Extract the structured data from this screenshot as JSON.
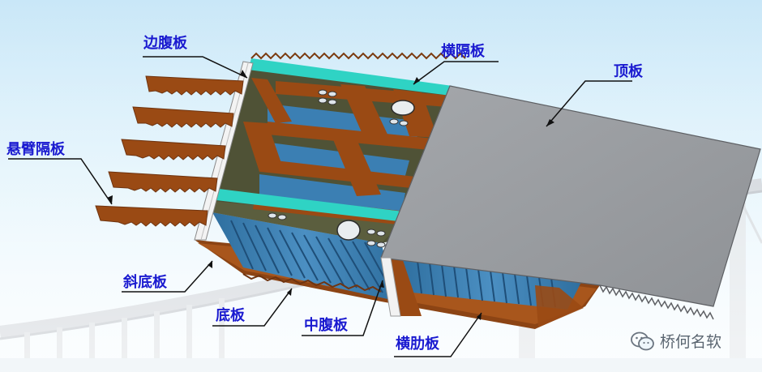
{
  "labels": {
    "side_web": "边腹板",
    "diaphragm": "横隔板",
    "top_plate": "顶板",
    "cantilever_diaphragm": "悬臂隔板",
    "inclined_bottom": "斜底板",
    "bottom_plate": "底板",
    "middle_web": "中腹板",
    "transverse_rib": "横肋板"
  },
  "watermark": {
    "text": "桥何名软",
    "icon": "wechat-icon"
  },
  "colors": {
    "label_text": "#1a1ad0",
    "steel_members": "#9a4a14",
    "top_plate": "#9b9ea2",
    "stiffener_blue": "#3b7fb3",
    "diaphragm_cyan": "#2fd3c4",
    "web_olive": "#4f5236"
  }
}
